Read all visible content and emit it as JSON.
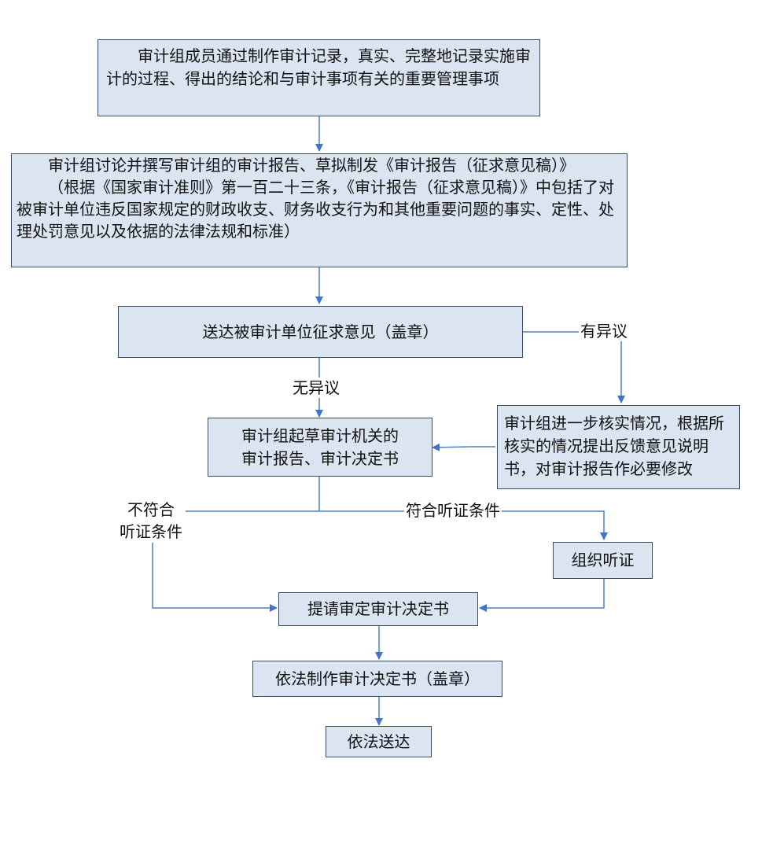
{
  "steps": {
    "record": "审计组成员通过制作审计记录，真实、完整地记录实施审计的过程、得出的结论和与审计事项有关的重要管理事项",
    "draft": "审计组讨论并撰写审计组的审计报告、草拟制发《审计报告（征求意见稿）》",
    "draft_note": "（根据《国家审计准则》第一百二十三条，《审计报告（征求意见稿）》中包括了对被审计单位违反国家规定的财政收支、财务收支行为和其他重要问题的事实、定性、处理处罚意见以及依据的法律法规和标准）",
    "deliver": "送达被审计单位征求意见（盖章）",
    "verify": "审计组进一步核实情况，根据所核实的情况提出反馈意见说明书，对审计报告作必要修改",
    "prepare_line1": "审计组起草审计机关的",
    "prepare_line2": "审计报告、审计决定书",
    "hearing": "组织听证",
    "submit": "提请审定审计决定书",
    "make": "依法制作审计决定书（盖章）",
    "serve": "依法送达"
  },
  "labels": {
    "objection": "有异议",
    "no_objection": "无异议",
    "not_qualified": "不符合\n听证条件",
    "qualified": "符合听证条件"
  },
  "colors": {
    "box_fill": "#dbe5f1",
    "box_border": "#3c4c66",
    "connector": "#4f81bd",
    "arrowhead": "#4472c4"
  }
}
